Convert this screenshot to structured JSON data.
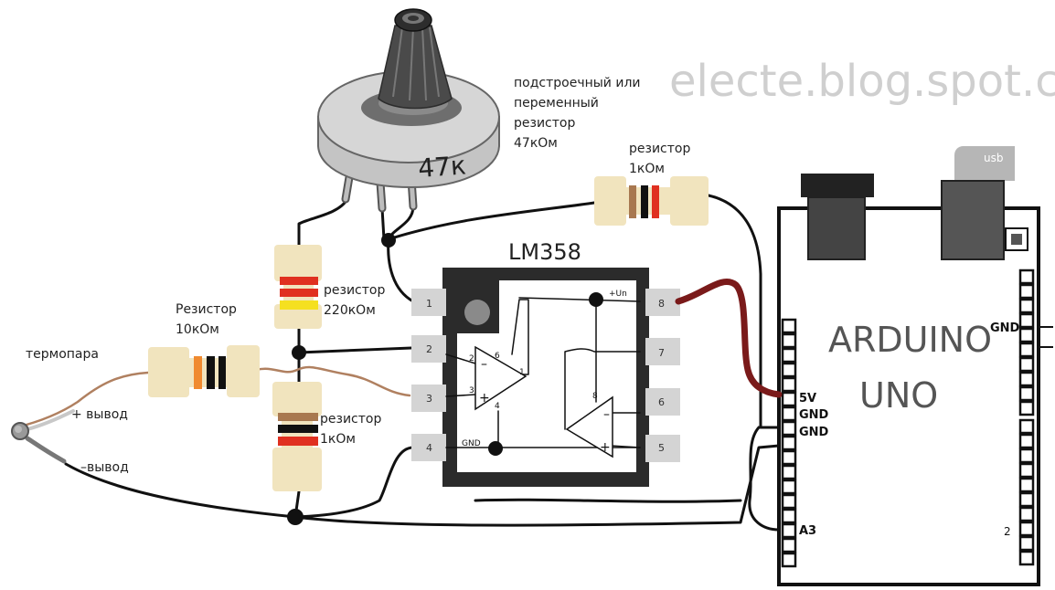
{
  "watermark": "electe.blog.spot.com",
  "pot": {
    "caption_lines": [
      "подстроечный или",
      "переменный",
      "резистор",
      "47кОм"
    ],
    "body_mark": "47к"
  },
  "resistors": {
    "r_top": {
      "caption_lines": [
        "резистор",
        "1кОм"
      ]
    },
    "r_10k": {
      "caption_lines": [
        "Резистор",
        "10кОм"
      ]
    },
    "r_220k": {
      "caption_lines": [
        "резистор",
        "220кОм"
      ]
    },
    "r_1k": {
      "caption_lines": [
        "резистор",
        "1кОм"
      ]
    }
  },
  "thermocouple": {
    "label": "термопара",
    "plus_lead": "+ вывод",
    "minus_lead": "–вывод"
  },
  "chip": {
    "name": "LM358",
    "pins": [
      "1",
      "2",
      "3",
      "4",
      "5",
      "6",
      "7",
      "8"
    ],
    "vcc_label": "+Un",
    "gnd_label": "GND",
    "opamp_pins_a": [
      "2",
      "3",
      "6",
      "1",
      "4"
    ],
    "opamp_pins_b": [
      "8"
    ]
  },
  "arduino": {
    "title_line1": "ARDUINO",
    "title_line2": "UNO",
    "usb_label": "usb",
    "left_labels": [
      "5V",
      "GND",
      "GND",
      "A3"
    ],
    "right_labels": [
      "GND",
      "2"
    ]
  },
  "colors": {
    "resistor_body": "#f1e4be",
    "wire": "#111111",
    "thermo_wire": "#b08060",
    "five_volt_wire": "#7a1a1a",
    "watermark": "#cfcfcf"
  }
}
